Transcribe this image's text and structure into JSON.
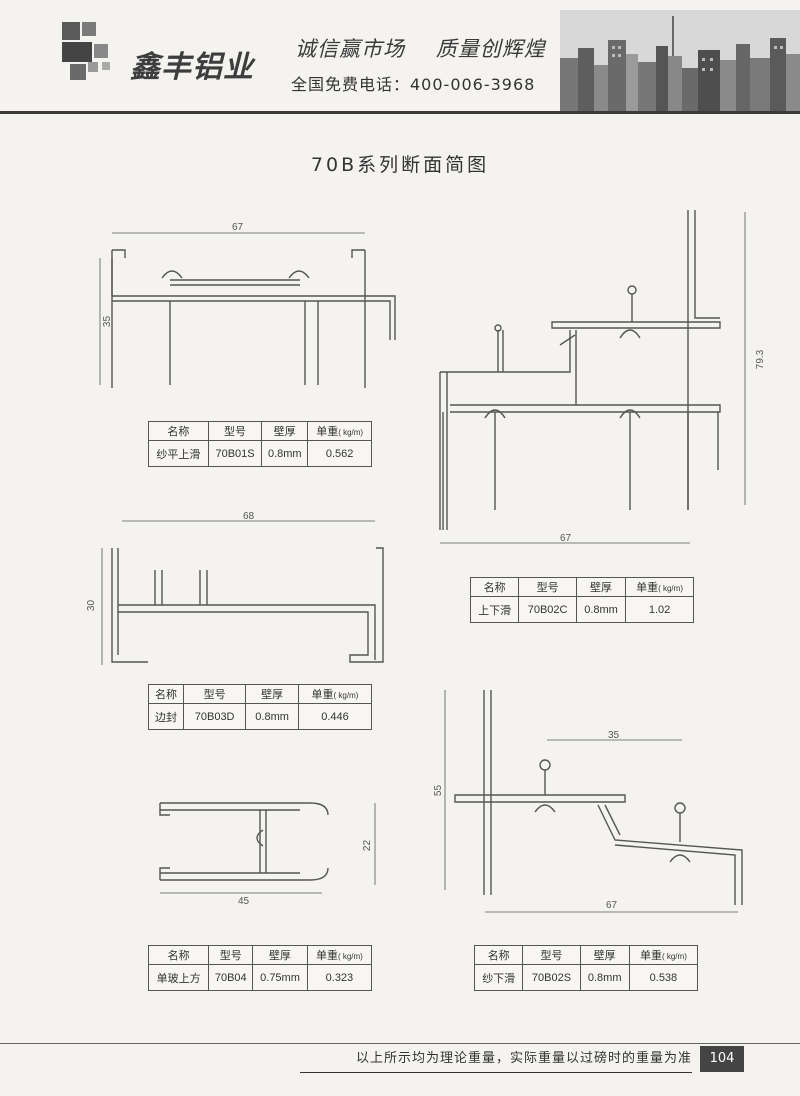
{
  "header": {
    "brand": "鑫丰铝业",
    "slogan": "诚信赢市场    质量创辉煌",
    "phone": "全国免费电话：400-006-3968"
  },
  "title": "70B系列断面简图",
  "table_headers": {
    "name": "名称",
    "model": "型号",
    "thickness": "壁厚",
    "weight": "单重",
    "weight_unit": "( kg/m)"
  },
  "profiles": [
    {
      "name": "纱平上滑",
      "model": "70B01S",
      "thickness": "0.8mm",
      "weight": "0.562",
      "dims": [
        "67",
        "35"
      ]
    },
    {
      "name": "上下滑",
      "model": "70B02C",
      "thickness": "0.8mm",
      "weight": "1.02",
      "dims": [
        "79.3",
        "67"
      ]
    },
    {
      "name": "边封",
      "model": "70B03D",
      "thickness": "0.8mm",
      "weight": "0.446",
      "dims": [
        "68",
        "30"
      ]
    },
    {
      "name": "纱下滑",
      "model": "70B02S",
      "thickness": "0.8mm",
      "weight": "0.538",
      "dims": [
        "35",
        "55",
        "67"
      ]
    },
    {
      "name": "单玻上方",
      "model": "70B04",
      "thickness": "0.75mm",
      "weight": "0.323",
      "dims": [
        "22",
        "45"
      ]
    }
  ],
  "footer": {
    "note": "以上所示均为理论重量，实际重量以过磅时的重量为准",
    "page": "104"
  },
  "colors": {
    "line": "#555555",
    "accent": "#3a3a3a"
  }
}
